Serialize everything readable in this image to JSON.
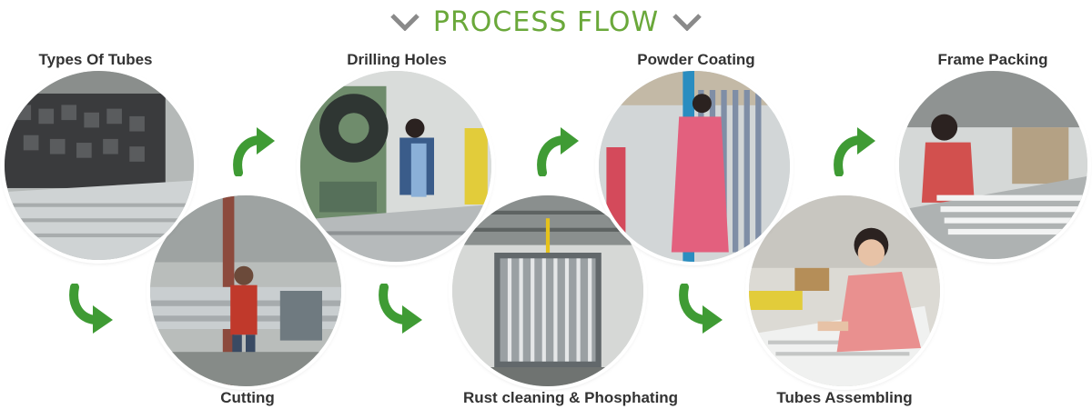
{
  "title": "PROCESS FLOW",
  "colors": {
    "accent_green": "#6aa83a",
    "arrow_green": "#3f9b34",
    "label": "#333333"
  },
  "steps": [
    {
      "label": "Types Of  Tubes"
    },
    {
      "label": "Cutting"
    },
    {
      "label": "Drilling Holes"
    },
    {
      "label": "Rust cleaning & Phosphating"
    },
    {
      "label": "Powder Coating"
    },
    {
      "label": "Tubes Assembling"
    },
    {
      "label": "Frame Packing"
    }
  ],
  "icons": [
    "chevron-down-icon",
    "curved-arrow-up-icon",
    "curved-arrow-down-icon"
  ]
}
